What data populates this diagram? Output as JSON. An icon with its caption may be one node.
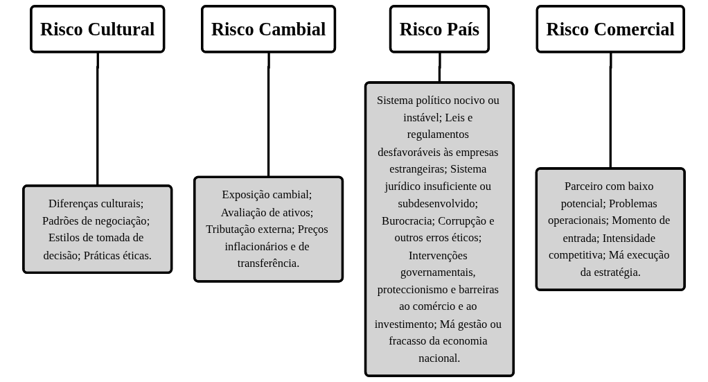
{
  "diagram": {
    "nodes": [
      {
        "text": [
          "Risco Cultural"
        ]
      },
      {
        "text": [
          "Diferenças culturais; Padrões de negociação; Estilos de tomada de decisão; Práticas éticas."
        ]
      },
      {
        "text": [
          "Risco Cambial"
        ]
      },
      {
        "text": [
          "Exposição cambial; Avaliação de ativos; Tributação externa; Preços inflacionários e de transferência."
        ]
      },
      {
        "text": [
          "Risco País"
        ]
      },
      {
        "text": [
          "Sistema político nocivo ou instável; Leis e regulamentos desfavoráveis às empresas estrangeiras; Sistema jurídico insuficiente ou subdesenvolvido; Burocracia; Corrupção e outros erros éticos; Intervenções governamentais, proteccionismo e barreiras ao comércio e ao investimento; Má gestão ou fracasso da economia nacional."
        ]
      },
      {
        "text": [
          "Risco Comercial"
        ]
      },
      {
        "text": [
          "Parceiro com baixo potencial; Problemas operacionais; Momento de entrada; Intensidade competitiva; Má execução da estratégia."
        ]
      }
    ],
    "edges": [
      {
        "from": 0,
        "to": 1,
        "arrow": "none"
      },
      {
        "from": 2,
        "to": 3,
        "arrow": "none"
      },
      {
        "from": 4,
        "to": 5,
        "arrow": "none"
      },
      {
        "from": 6,
        "to": 7,
        "arrow": "none"
      }
    ]
  }
}
